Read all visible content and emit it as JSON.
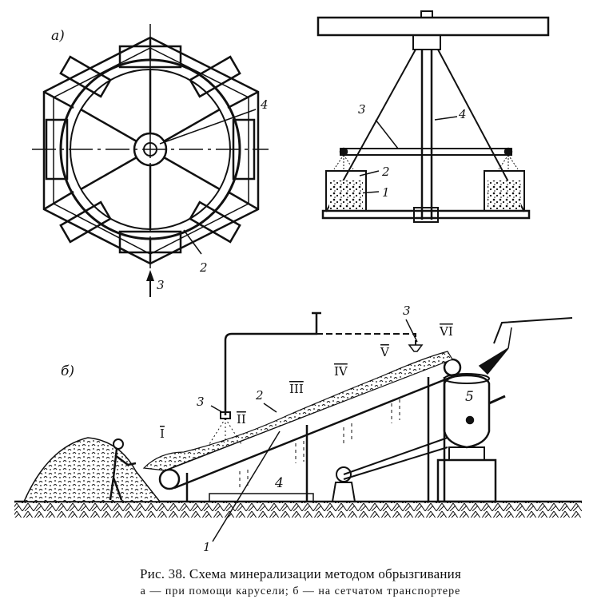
{
  "panels": {
    "a": {
      "panel_label": "а)",
      "top_view_labels": {
        "spray": "3",
        "axle": "4",
        "box": "2"
      },
      "side_view_labels": {
        "rope": "3",
        "axle": "4",
        "box": "2",
        "ore": "1"
      }
    },
    "b": {
      "panel_label": "б)",
      "labels": {
        "nozzle": "3",
        "pipe": "3",
        "layer": "2",
        "mesh": "1",
        "support": "4",
        "hopper": "5"
      },
      "zones": [
        "I",
        "II",
        "III",
        "IV",
        "V",
        "VI"
      ]
    }
  },
  "caption": {
    "line1": "Рис. 38. Схема минерализации методом обрызгивания",
    "line2_a": "а — при помощи карусели;",
    "line2_b": "б — на сетчатом транспортере"
  }
}
